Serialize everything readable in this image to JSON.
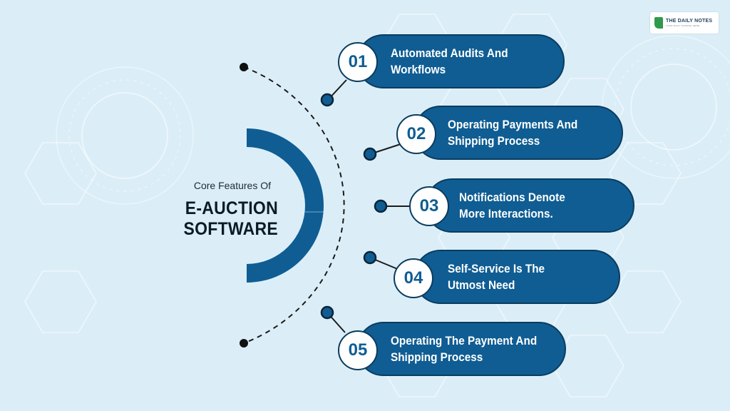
{
  "logo": {
    "icon": "leaf-book-icon",
    "title": "THE DAILY NOTES",
    "tagline": "YOUR DAILY SOURCE HERE"
  },
  "heading": {
    "subtitle": "Core Features Of",
    "title": "E-AUCTION SOFTWARE"
  },
  "colors": {
    "background": "#dbeef8",
    "pill": "#0f5d93",
    "pill_border": "#0b3c5e",
    "badge_text": "#0f5d93",
    "arc_dot": "#0f5d93",
    "line": "#1b1b1b"
  },
  "features": [
    {
      "number": "01",
      "line1": "Automated Audits And",
      "line2": "Workflows"
    },
    {
      "number": "02",
      "line1": "Operating Payments And",
      "line2": "Shipping Process"
    },
    {
      "number": "03",
      "line1": "Notifications Denote",
      "line2": "More Interactions."
    },
    {
      "number": "04",
      "line1": "Self-Service Is The",
      "line2": "Utmost Need"
    },
    {
      "number": "05",
      "line1": "Operating The Payment And",
      "line2": "Shipping Process"
    }
  ]
}
